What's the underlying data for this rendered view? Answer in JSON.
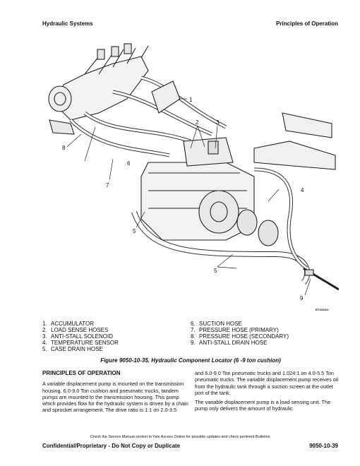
{
  "header": {
    "left": "Hydraulic Systems",
    "right": "Principles of Operation"
  },
  "figure": {
    "id_code": "BT150101",
    "callouts": [
      "1",
      "2",
      "3",
      "4",
      "5",
      "5",
      "6",
      "7",
      "8",
      "9"
    ]
  },
  "legend": {
    "left": [
      {
        "num": "1.",
        "label": "ACCUMULATOR"
      },
      {
        "num": "2.",
        "label": "LOAD SENSE HOSES"
      },
      {
        "num": "3.",
        "label": "ANTI-STALL SOLENOID"
      },
      {
        "num": "4.",
        "label": "TEMPERATURE SENSOR"
      },
      {
        "num": "5.",
        "label": "CASE DRAIN HOSE"
      }
    ],
    "right": [
      {
        "num": "6.",
        "label": "SUCTION HOSE"
      },
      {
        "num": "7.",
        "label": "PRESSURE HOSE (PRIMARY)"
      },
      {
        "num": "8.",
        "label": "PRESSURE HOSE (SECONDARY)"
      },
      {
        "num": "9.",
        "label": "ANTI-STALL DRAIN HOSE"
      }
    ]
  },
  "caption": "Figure 9050-10-35. Hydraulic Component Locator (6 -9 ton cushion)",
  "section": {
    "heading": "PRINCIPLES OF OPERATION",
    "left_para": "A variable displacement pump is mounted on the transmission housing. 6.0-9.0 Ton cushion and pneumatic trucks, tandem pumps are mounted to the transmission housing. This pump which provides flow for the hydraulic system is driven by a chain and sprocket arrangement. The drive ratio is 1:1 on 2.0-3.5",
    "right_para1": "and 6.0-9.0 Ton pneumatic trucks and 1.024:1 on 4.0-5.5 Ton pneumatic trucks. The variable displacement pump receives oil from the hydraulic tank through a suction screen at the outlet port of the tank.",
    "right_para2": "The variable displacement pump is a load sensing unit. The pump only delivers the amount of hydraulic"
  },
  "footer": {
    "note": "Check the Service Manual section in Yale Axcess Online for possible updates and check pertinent Bulletins",
    "left": "Confidential/Proprietary - Do Not Copy or Duplicate",
    "right": "9050-10-39"
  }
}
